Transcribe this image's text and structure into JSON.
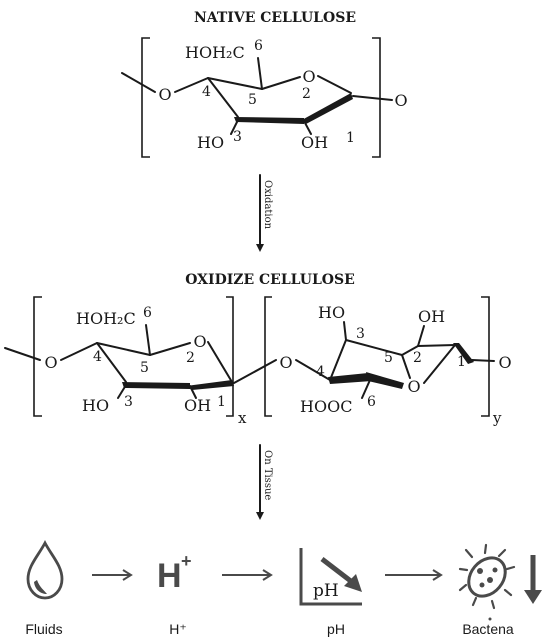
{
  "titles": {
    "native": "NATIVE CELLULOSE",
    "oxidized": "OXIDIZE CELLULOSE"
  },
  "steps": {
    "oxidation": "Oxidation",
    "on_tissue": "On Tissue"
  },
  "native": {
    "ch2oh": "HOH₂C",
    "ho3": "HO",
    "oh2": "OH",
    "ring_o": "O",
    "link_o_left": "O",
    "link_o_right": "O",
    "n1": "1",
    "n2": "2",
    "n3": "3",
    "n4": "4",
    "n5": "5",
    "n6": "6"
  },
  "oxidized_left": {
    "ch2oh": "HOH₂C",
    "ho3": "HO",
    "oh2": "OH",
    "ring_o": "O",
    "link_o_left": "O",
    "sub": "x",
    "n1": "1",
    "n2": "2",
    "n3": "3",
    "n4": "4",
    "n5": "5",
    "n6": "6"
  },
  "oxidized_right": {
    "bridge_o": "O",
    "ho3": "HO",
    "oh2": "OH",
    "cooh": "HOOC",
    "ring_o": "O",
    "link_o_right": "O",
    "sub": "y",
    "n1": "1",
    "n2": "2",
    "n3": "3",
    "n4": "4",
    "n5": "5",
    "n6": "6"
  },
  "icons": {
    "fluids": "droplet-icon",
    "proton": "H+",
    "ph_chart": "pH",
    "bacteria": "bacteria-icon"
  },
  "labels": {
    "fluids": "Fluids",
    "proton": "H⁺",
    "ph": "pH",
    "bacteria": "Bactena"
  },
  "colors": {
    "ink": "#1a1a1a",
    "icon_gray": "#4a4a4a"
  }
}
